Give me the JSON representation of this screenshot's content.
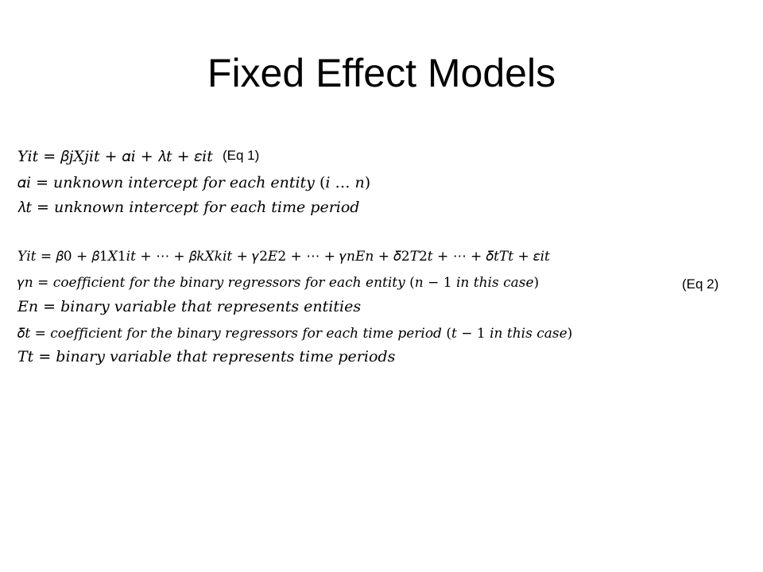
{
  "slide": {
    "title": "Fixed Effect Models"
  },
  "equations": {
    "eq1_tag": "(Eq 1)",
    "eq2_tag": "(Eq 2)",
    "lines": [
      {
        "expression": "𝑌𝑖𝑡 = 𝛽𝑗𝑋𝑗𝑖𝑡 + 𝛼𝑖 + 𝜆𝑡 + 𝜀𝑖𝑡",
        "tag": "(Eq 1)"
      },
      {
        "expression": "𝛼𝑖 = 𝑢𝑛𝑘𝑛𝑜𝑤𝑛 𝑖𝑛𝑡𝑒𝑟𝑐𝑒𝑝𝑡 𝑓𝑜𝑟 𝑒𝑎𝑐ℎ 𝑒𝑛𝑡𝑖𝑡𝑦 (𝑖 … 𝑛)"
      },
      {
        "expression": "𝜆𝑡 = 𝑢𝑛𝑘𝑛𝑜𝑤𝑛 𝑖𝑛𝑡𝑒𝑟𝑐𝑒𝑝𝑡 𝑓𝑜𝑟 𝑒𝑎𝑐ℎ 𝑡𝑖𝑚𝑒 𝑝𝑒𝑟𝑖𝑜𝑑"
      },
      {
        "expression": "𝑌𝑖𝑡 = 𝛽0 + 𝛽1𝑋1𝑖𝑡 + ⋯ + 𝛽𝑘𝑋𝑘𝑖𝑡 + 𝛾2𝐸2 + ⋯ + 𝛾𝑛𝐸𝑛 + 𝛿2𝑇2𝑡 + ⋯ + 𝛿𝑡𝑇𝑡 + 𝜀𝑖𝑡"
      },
      {
        "expression": "𝛾𝑛 = 𝑐𝑜𝑒𝑓𝑓𝑖𝑐𝑖𝑒𝑛𝑡 𝑓𝑜𝑟 𝑡ℎ𝑒 𝑏𝑖𝑛𝑎𝑟𝑦 𝑟𝑒𝑔𝑟𝑒𝑠𝑠𝑜𝑟𝑠 𝑓𝑜𝑟 𝑒𝑎𝑐ℎ 𝑒𝑛𝑡𝑖𝑡𝑦 (𝑛 − 1 𝑖𝑛 𝑡ℎ𝑖𝑠 𝑐𝑎𝑠𝑒)",
        "tag": "(Eq 2)"
      },
      {
        "expression": "𝐸𝑛 = 𝑏𝑖𝑛𝑎𝑟𝑦 𝑣𝑎𝑟𝑖𝑎𝑏𝑙𝑒 𝑡ℎ𝑎𝑡 𝑟𝑒𝑝𝑟𝑒𝑠𝑒𝑛𝑡𝑠 𝑒𝑛𝑡𝑖𝑡𝑖𝑒𝑠"
      },
      {
        "expression": "𝛿𝑡 = 𝑐𝑜𝑒𝑓𝑓𝑖𝑐𝑖𝑒𝑛𝑡 𝑓𝑜𝑟 𝑡ℎ𝑒 𝑏𝑖𝑛𝑎𝑟𝑦 𝑟𝑒𝑔𝑟𝑒𝑠𝑠𝑜𝑟𝑠 𝑓𝑜𝑟 𝑒𝑎𝑐ℎ 𝑡𝑖𝑚𝑒 𝑝𝑒𝑟𝑖𝑜𝑑 (𝑡 − 1 𝑖𝑛 𝑡ℎ𝑖𝑠 𝑐𝑎𝑠𝑒)"
      },
      {
        "expression": "𝑇𝑡 = 𝑏𝑖𝑛𝑎𝑟𝑦 𝑣𝑎𝑟𝑖𝑎𝑏𝑙𝑒 𝑡ℎ𝑎𝑡 𝑟𝑒𝑝𝑟𝑒𝑠𝑒𝑛𝑡𝑠 𝑡𝑖𝑚𝑒 𝑝𝑒𝑟𝑖𝑜𝑑𝑠"
      }
    ]
  }
}
